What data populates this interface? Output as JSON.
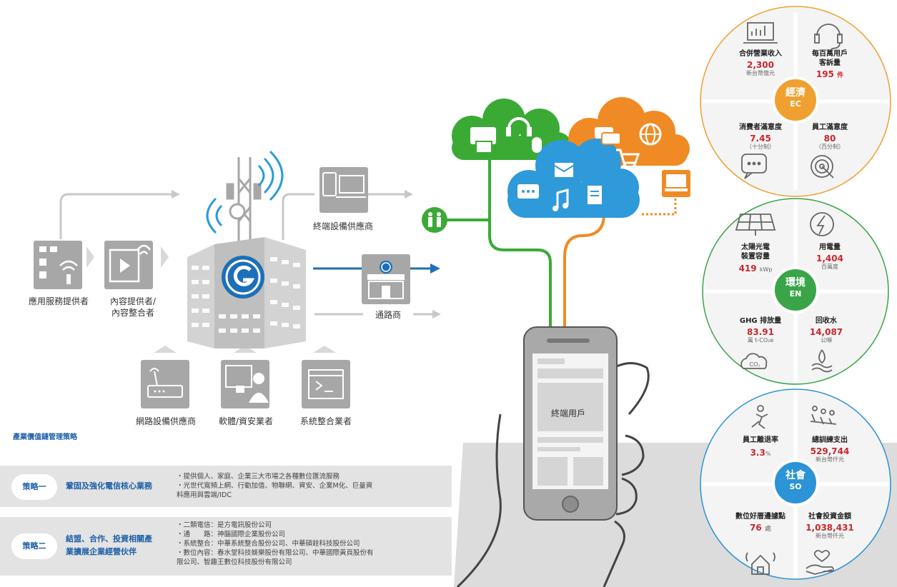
{
  "value_chain": {
    "app_provider": "應用服務提供者",
    "content_provider_line1": "內容提供者/",
    "content_provider_line2": "內容整合者",
    "device_vendor": "終端設備供應商",
    "channel": "通路商",
    "network_vendor": "網路設備供應商",
    "software_security": "軟體/資安業者",
    "system_integrator": "系統整合業者",
    "end_user": "終端用戶"
  },
  "strategy": {
    "section_title": "產業價值鏈管理策略",
    "items": [
      {
        "badge": "策略一",
        "name_line1": "鞏固及強化電信核心業務",
        "name_line2": "",
        "desc": [
          "・提供個人、家庭、企業三大市場之各種數位匯流服務",
          "・光世代寬頻上網、行動加值、物聯網、資安、企業M化、巨量資",
          "  料應用與雲端/IDC"
        ]
      },
      {
        "badge": "策略二",
        "name_line1": "結盟、合作、投資相關產",
        "name_line2": "業擴展企業經營伙伴",
        "desc": [
          "・二類電信：是方電訊股份公司",
          "・通　　路：神腦國際企業股份公司",
          "・系統整合：中華系統整合股份公司、中華碩銓科技股份公司",
          "・數位內容：春水堂科技娛樂股份有限公司、中華國際黃頁股份有",
          "  限公司、智趣王數位科技股份有限公司"
        ]
      }
    ]
  },
  "kpi": {
    "ec": {
      "zh": "經濟",
      "en": "EC",
      "color": "#f0a030",
      "items": [
        {
          "title": "合併營業收入",
          "value": "2,300",
          "unit": "新台幣億元",
          "icon": "revenue-chart-icon"
        },
        {
          "title_line1": "每百萬用戶",
          "title_line2": "客訴量",
          "value": "195",
          "value_unit": "件",
          "icon": "headset-icon"
        },
        {
          "title": "消費者滿意度",
          "value": "7.45",
          "unit": "（十分制）",
          "icon": "chat-bubble-icon"
        },
        {
          "title": "員工滿意度",
          "value": "80",
          "unit": "（百分制）",
          "icon": "target-icon"
        }
      ]
    },
    "en": {
      "zh": "環境",
      "en": "EN",
      "color": "#3aa548",
      "items": [
        {
          "title_line1": "太陽光電",
          "title_line2": "裝置容量",
          "value": "419",
          "value_unit": "kWp",
          "icon": "solar-panel-icon"
        },
        {
          "title": "用電量",
          "value": "1,404",
          "unit": "百萬度",
          "icon": "lightning-icon"
        },
        {
          "title": "GHG 排放量",
          "value": "83.91",
          "unit": "萬 t-CO₂e",
          "icon": "co2-cloud-icon"
        },
        {
          "title": "回收水",
          "value": "14,087",
          "unit": "公噸",
          "icon": "water-drop-icon"
        }
      ]
    },
    "so": {
      "zh": "社會",
      "en": "SO",
      "color": "#2b93d6",
      "items": [
        {
          "title": "員工離退率",
          "value": "3.3",
          "value_unit": "%",
          "icon": "runner-icon"
        },
        {
          "title": "總訓練支出",
          "value": "529,744",
          "unit": "新台幣仟元",
          "icon": "training-icon"
        },
        {
          "title": "數位好厝邊據點",
          "value": "76",
          "value_unit": "處",
          "icon": "home-signal-icon"
        },
        {
          "title": "社會投資金額",
          "value": "1,038,431",
          "unit": "新台幣仟元",
          "icon": "heart-hand-icon"
        }
      ]
    }
  },
  "colors": {
    "gray_icon": "#a7a7a7",
    "blue": "#1d6fb8",
    "green_cloud": "#3aaa35",
    "orange_cloud": "#f08a24",
    "blue_cloud": "#2e9ad9"
  }
}
